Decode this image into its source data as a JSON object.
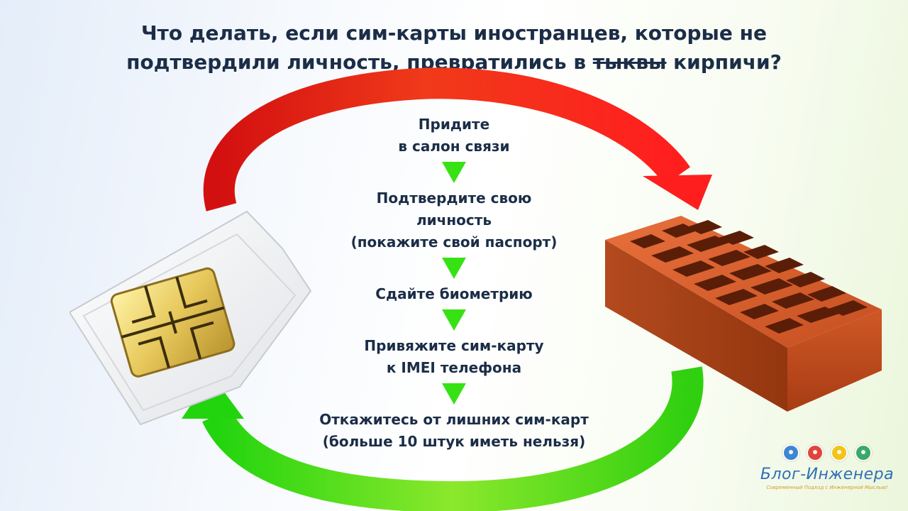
{
  "title": {
    "line1": "Что делать, если сим-карты иностранцев, которые не",
    "line2_before": "подтвердили личность,  превратились в",
    "line2_strike": "тыквы",
    "line2_after": "кирпичи?"
  },
  "steps": [
    {
      "lines": [
        "Придите",
        "в салон связи"
      ]
    },
    {
      "lines": [
        "Подтвердите свою",
        "личность",
        "(покажите свой паспорт)"
      ]
    },
    {
      "lines": [
        "Сдайте биометрию"
      ]
    },
    {
      "lines": [
        "Привяжите сим-карту",
        "к IMEI телефона"
      ]
    },
    {
      "lines": [
        "Откажитесь от лишних сим-карт",
        "(больше 10 штук иметь нельзя)"
      ]
    }
  ],
  "cycle": {
    "top_arrow_color": "#e51a1a",
    "bottom_arrow_color": "#33dc14",
    "step_arrow_color": "#37e214"
  },
  "logo": {
    "name": "Блог-Инженера",
    "tagline": "Современный Подход с Инженерной Мыслью!",
    "icon_colors": [
      "#3f86d1",
      "#e0453a",
      "#f2c418",
      "#3aa86a"
    ]
  },
  "images": {
    "left": "sim-card",
    "right": "red-brick"
  }
}
